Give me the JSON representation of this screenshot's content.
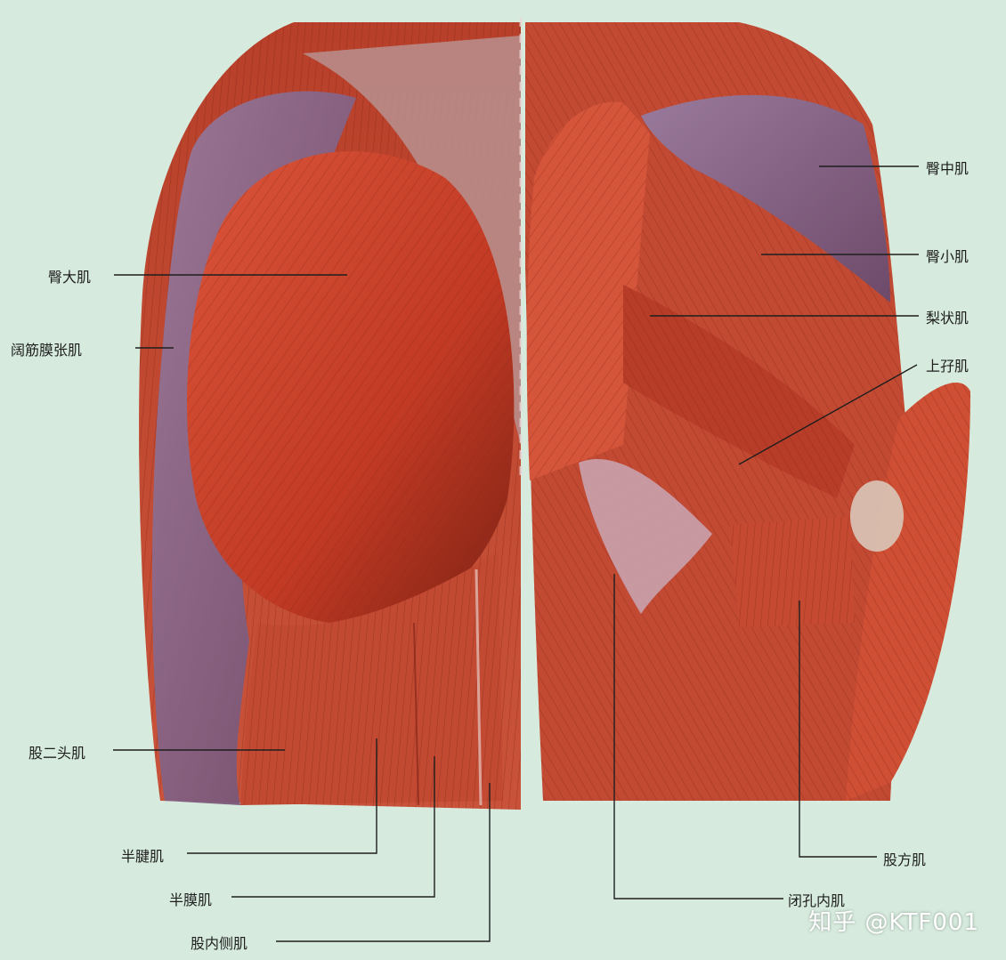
{
  "colors": {
    "background": "#d6eadd",
    "muscle": "#c8432c",
    "muscle_dark": "#8e2818",
    "fascia": "#8a6a8e",
    "tendon": "#d9b8c0",
    "leader_line": "#1e1e1e"
  },
  "labels": {
    "gluteus_maximus": "臀大肌",
    "tensor_fasciae_latae": "阔筋膜张肌",
    "biceps_femoris": "股二头肌",
    "semitendinosus": "半腱肌",
    "semimembranosus": "半膜肌",
    "vastus_medialis": "股内侧肌",
    "gluteus_medius": "臀中肌",
    "gluteus_minimus": "臀小肌",
    "piriformis": "梨状肌",
    "superior_gemellus": "上孖肌",
    "quadratus_femoris": "股方肌",
    "obturator_internus": "闭孔内肌"
  },
  "watermark": "知乎 @KTF001"
}
